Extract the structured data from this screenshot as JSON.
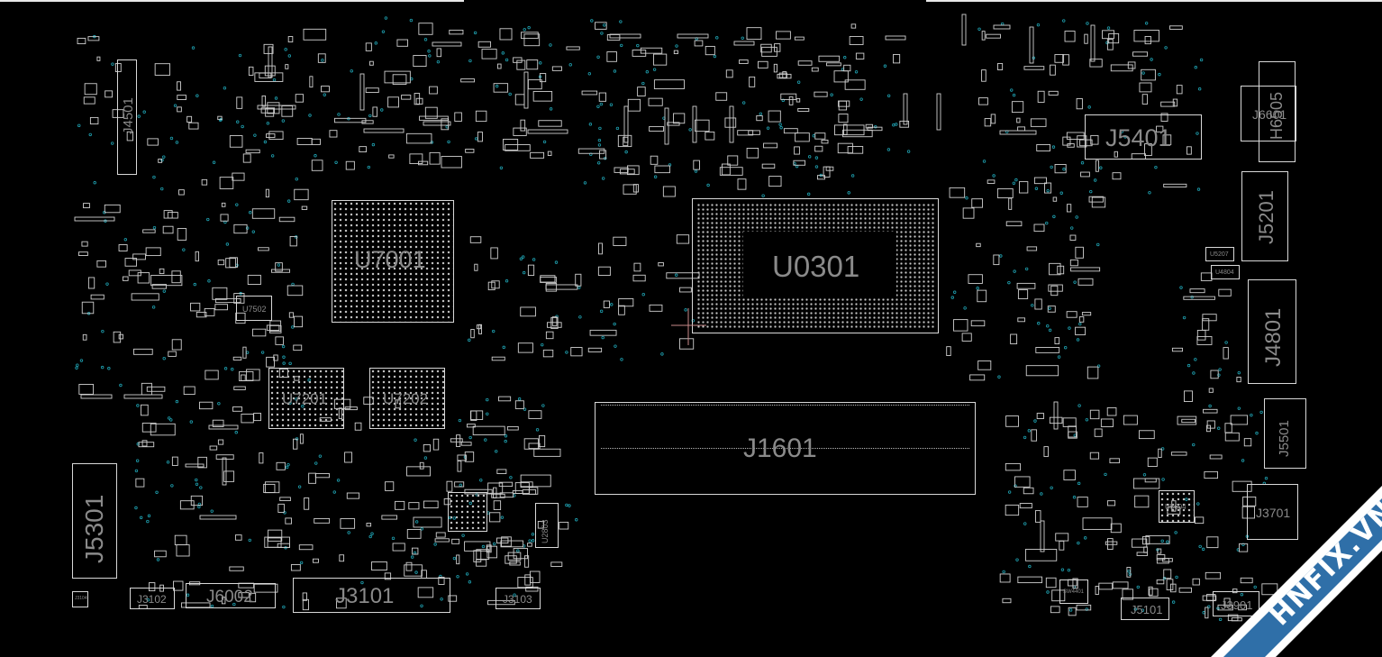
{
  "board": {
    "labels": {
      "u7001": "U7001",
      "u0301": "U0301",
      "u7201": "U7201",
      "u7202": "U7202",
      "u7502": "U7502",
      "u2803": "U2803",
      "j1601": "J1601",
      "j3101": "J3101",
      "j5301": "J5301",
      "j3102": "J3102",
      "j6002": "J6002",
      "j3103": "J3103",
      "j3104": "J3104",
      "j4501": "J4501",
      "j5401": "J5401",
      "j6601": "J6601",
      "h6505": "H6505",
      "j5201": "J5201",
      "u5207": "U5207",
      "u4804": "U4804",
      "j4801": "J4801",
      "j5501": "J5501",
      "j3701": "J3701",
      "u5604": "U5604",
      "sw4401": "SW4401",
      "j5101": "J5101",
      "j3901": "J3901"
    }
  },
  "watermark": {
    "text": "HNFIX.VN",
    "color": "#2f6fa8"
  },
  "colors": {
    "background": "#000000",
    "outline": "#d8d8d8",
    "label": "#8a8a8a",
    "via": "#1fa3b3"
  }
}
